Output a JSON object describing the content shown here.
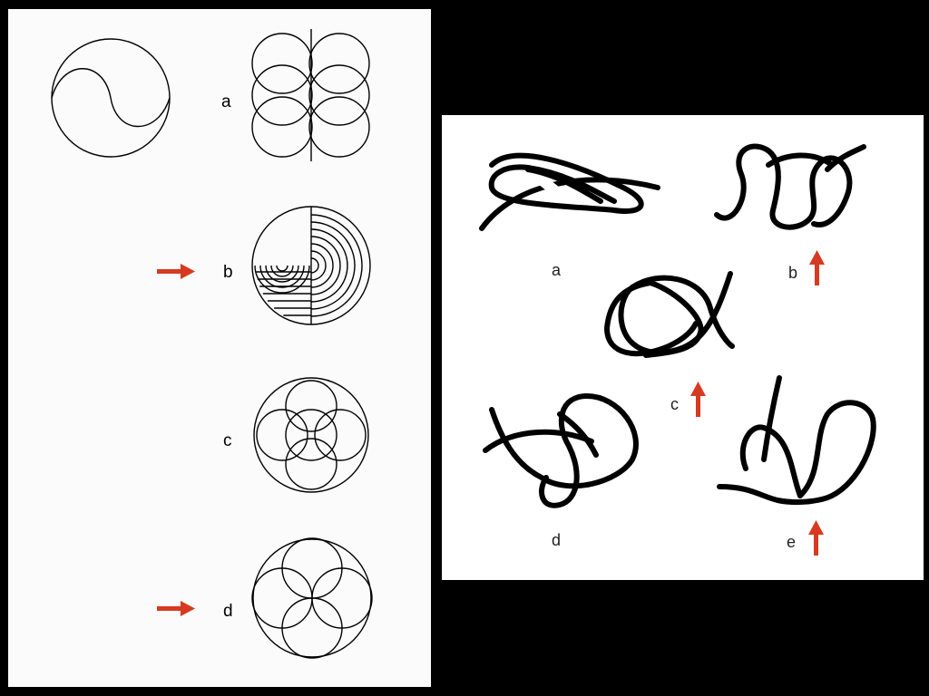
{
  "left_figure": {
    "labels": [
      "a",
      "b",
      "c",
      "d"
    ]
  },
  "right_figure": {
    "labels": [
      "a",
      "b",
      "c",
      "d",
      "e"
    ]
  },
  "colors": {
    "arrow": "#d63a20",
    "ink": "#000000",
    "background": "#000000",
    "panel": "#ffffff"
  },
  "icons": [
    "red-arrow-right-icon",
    "red-arrow-up-icon"
  ]
}
